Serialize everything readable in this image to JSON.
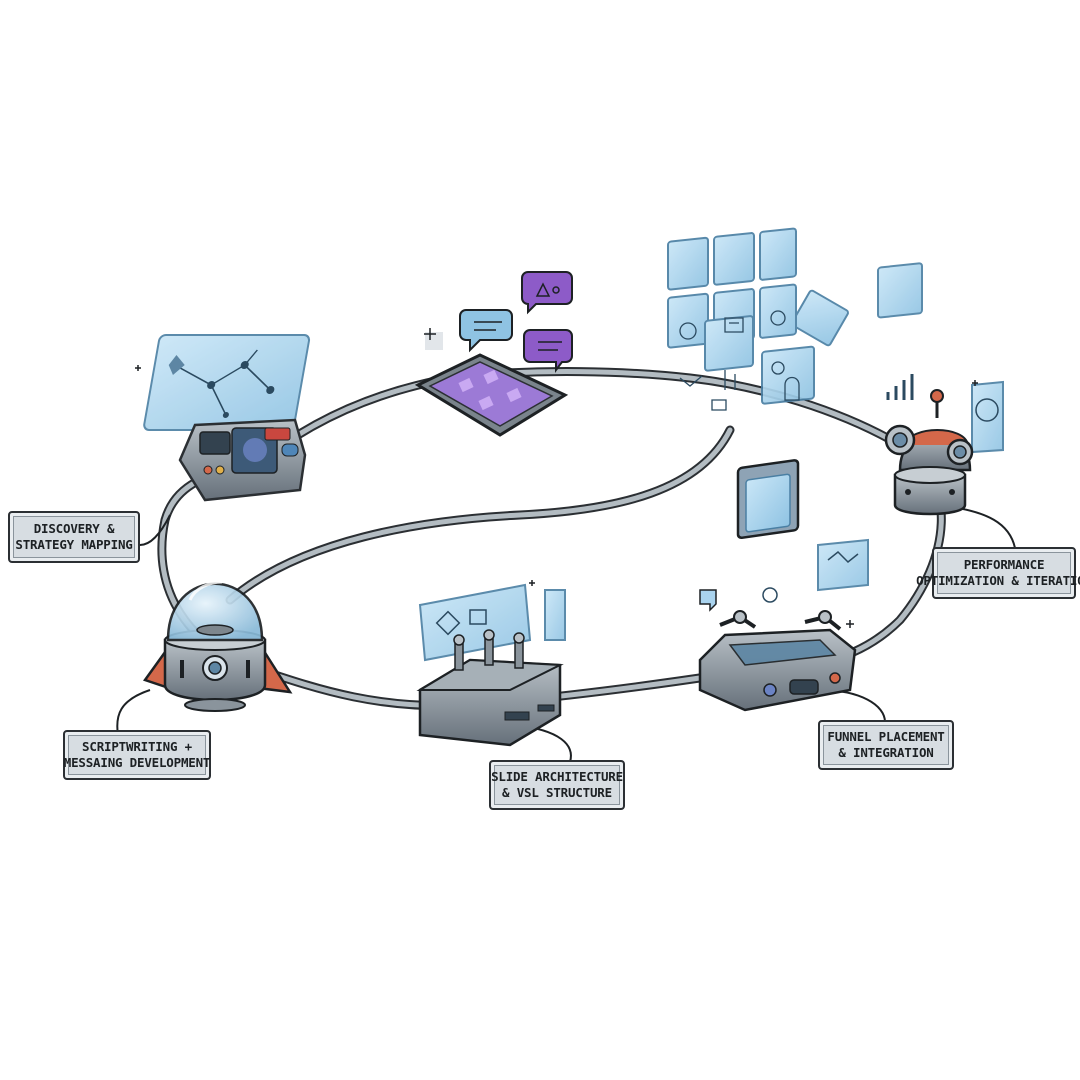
{
  "stages": [
    {
      "id": "discovery",
      "line1": "DISCOVERY &",
      "line2": "STRATEGY MAPPING"
    },
    {
      "id": "scriptwriting",
      "line1": "SCRIPTWRITING +",
      "line2": "MESSAING DEVELOPMENT"
    },
    {
      "id": "slides",
      "line1": "SLIDE ARCHITECTURE",
      "line2": "& VSL STRUCTURE"
    },
    {
      "id": "funnel",
      "line1": "FUNNEL PLACEMENT",
      "line2": "& INTEGRATION"
    },
    {
      "id": "performance",
      "line1": "PERFORMANCE",
      "line2": "OPTIMIZATION & ITERATION"
    }
  ],
  "colors": {
    "pipe": "#9ea8ae",
    "outline": "#2b2f33",
    "holo": "#a9d3ee",
    "holo_edge": "#4a7fa3",
    "purple": "#8d5bc8",
    "metal": "#7d868d",
    "orange": "#d4684a",
    "screen": "#33424f"
  }
}
